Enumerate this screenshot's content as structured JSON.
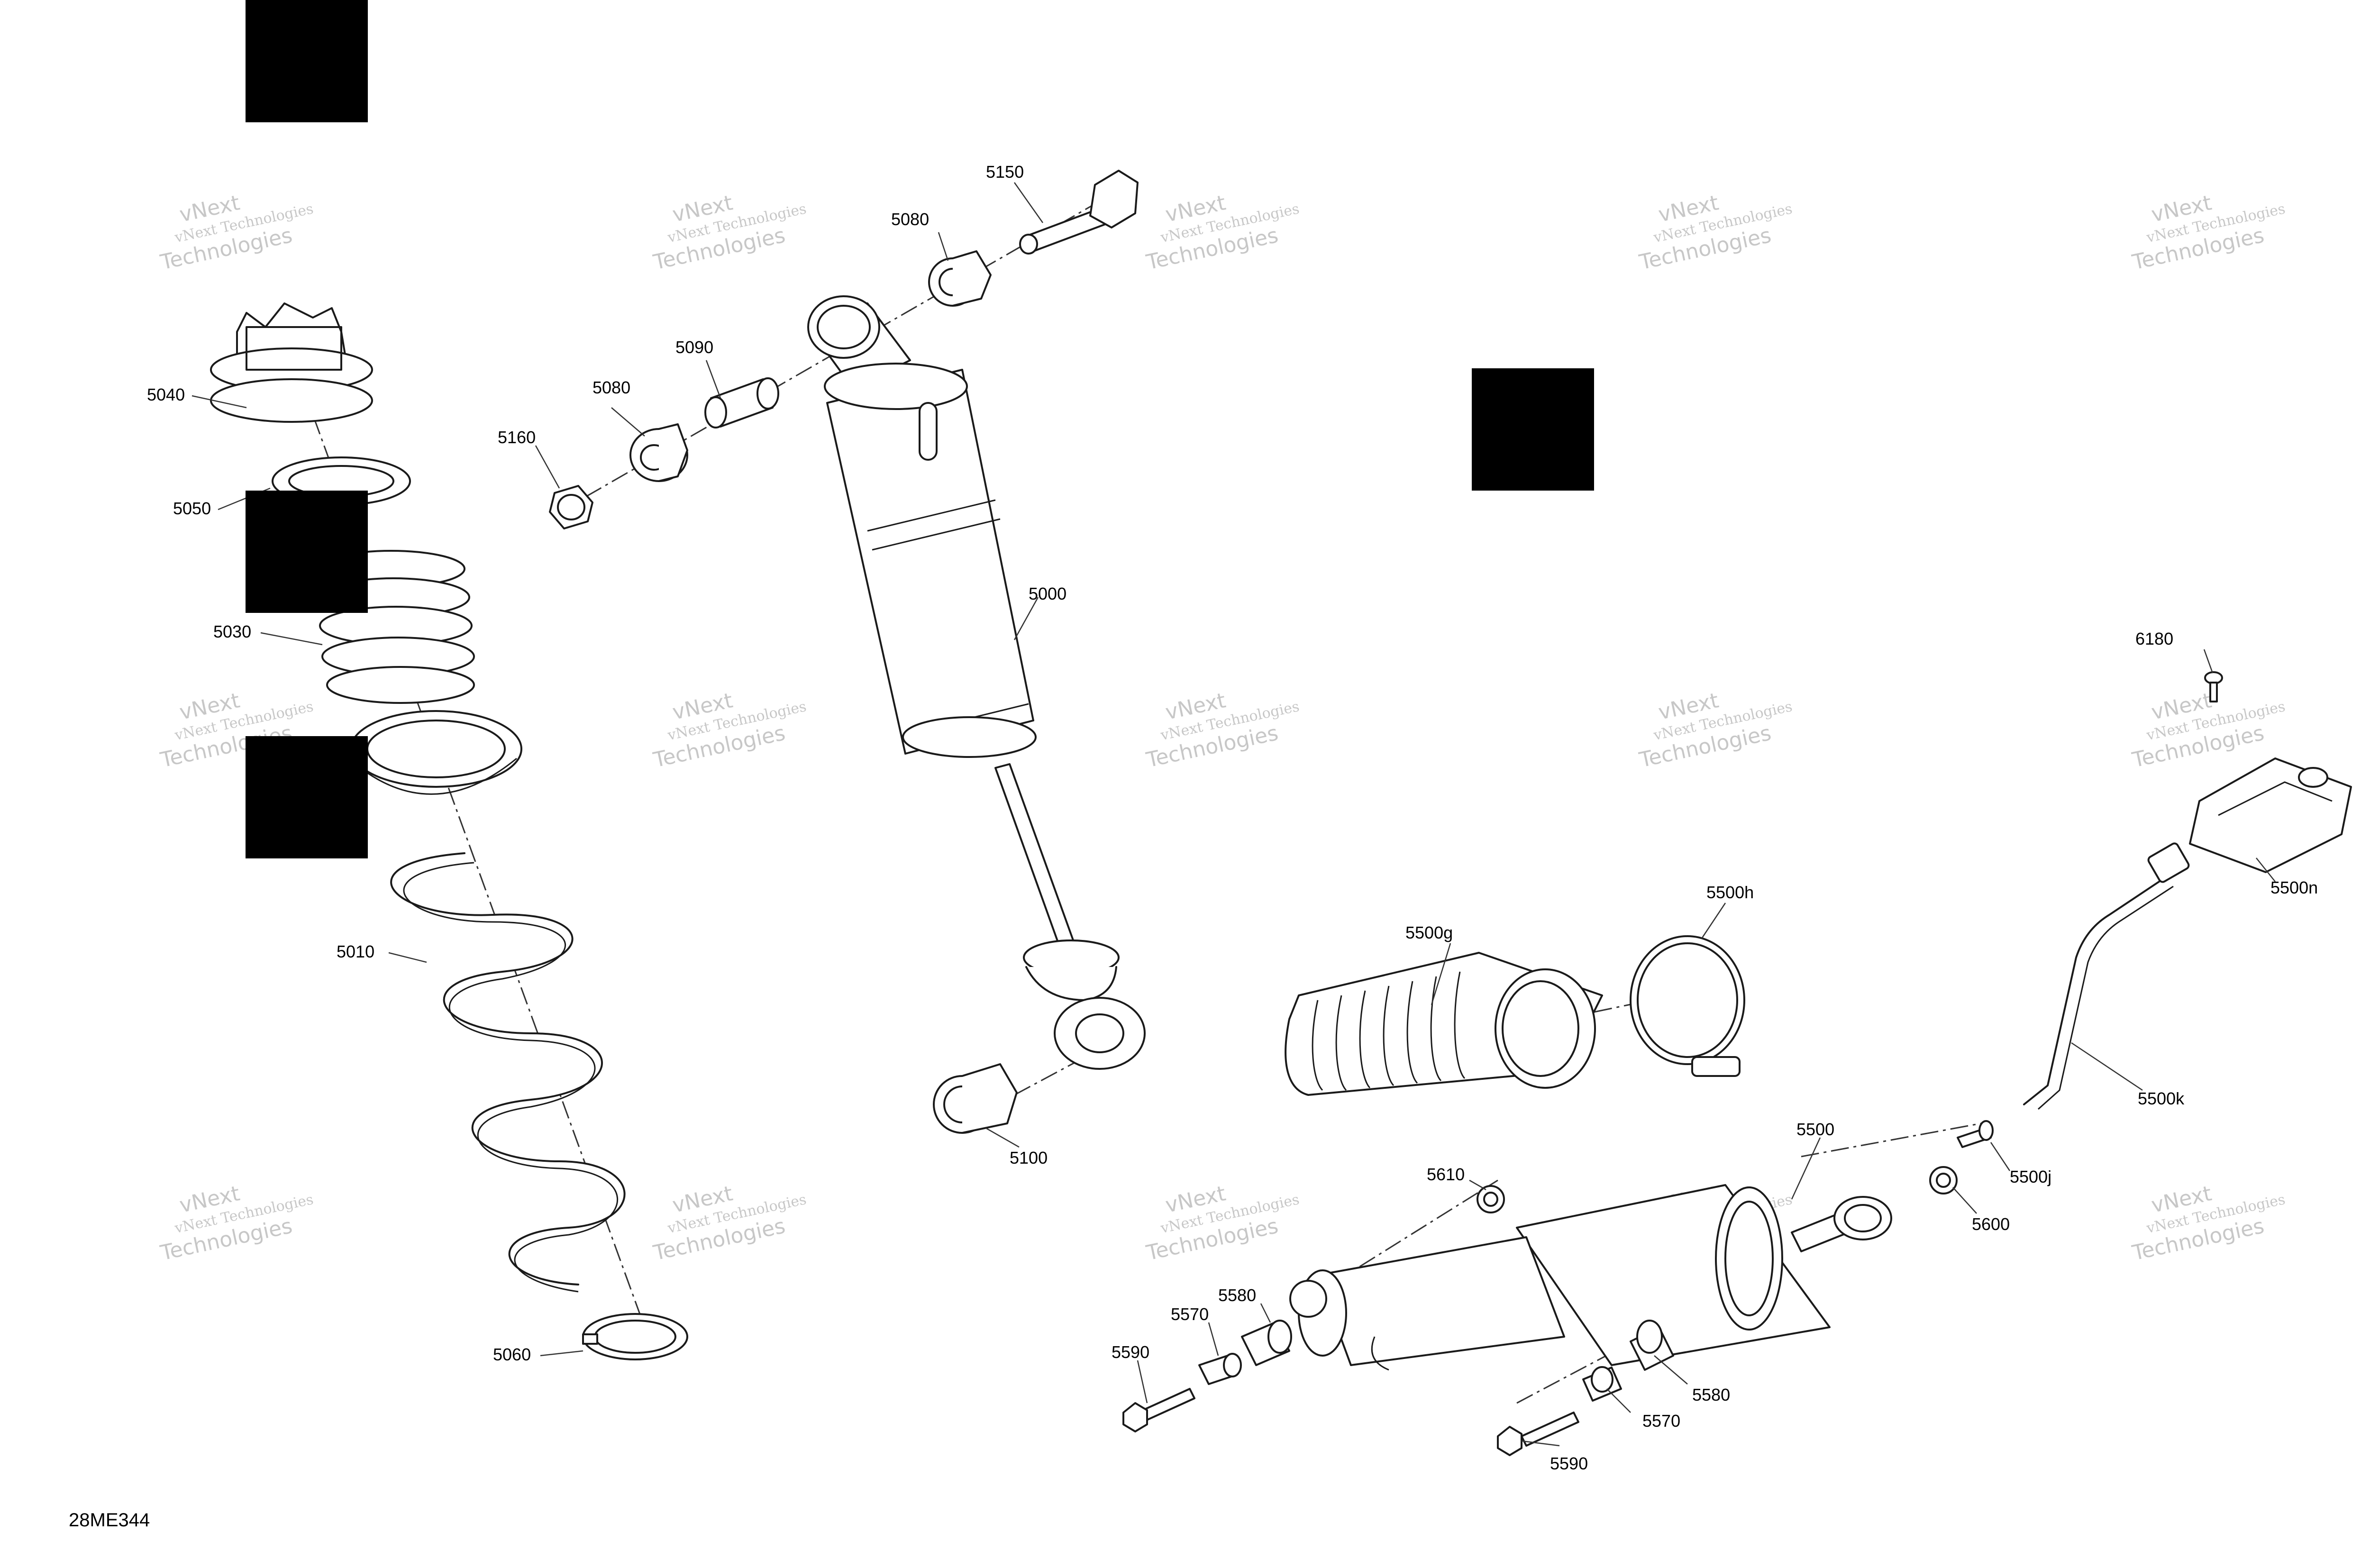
{
  "diagram": {
    "reference_code": "28ME344",
    "watermark": {
      "line1": "vNext Technologies",
      "line2": "vNext",
      "line3": "Technologies"
    },
    "callouts": {
      "c5040": "5040",
      "c5050": "5050",
      "c5030": "5030",
      "c5010": "5010",
      "c5060": "5060",
      "c5160": "5160",
      "c5080a": "5080",
      "c5090": "5090",
      "c5080b": "5080",
      "c5150": "5150",
      "c5000": "5000",
      "c5100": "5100",
      "c6180": "6180",
      "c5500n": "5500n",
      "c5500h": "5500h",
      "c5500g": "5500g",
      "c5500k": "5500k",
      "c5500": "5500",
      "c5500j": "5500j",
      "c5610": "5610",
      "c5600": "5600",
      "c5580a": "5580",
      "c5570a": "5570",
      "c5590a": "5590",
      "c5580b": "5580",
      "c5570b": "5570",
      "c5590b": "5590"
    }
  }
}
